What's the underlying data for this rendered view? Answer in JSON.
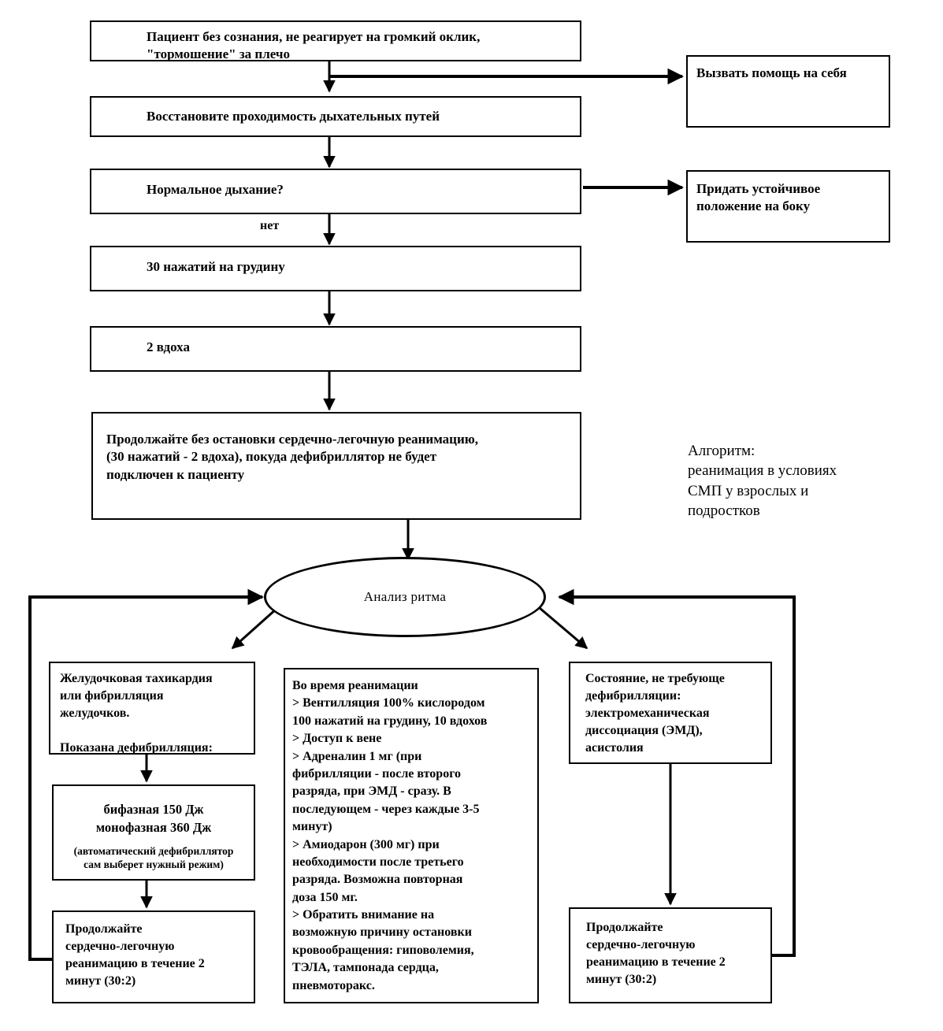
{
  "title_caption": "Алгоритм:\nреанимация в условиях\nСМП у взрослых и\nподростков",
  "edge_labels": {
    "no_branch": "нет"
  },
  "nodes": {
    "unconscious": "Пациент без сознания, не реагирует на громкий оклик,\n\"тормошение\" за плечо",
    "call_help": "Вызвать помощь на себя",
    "airway": "Восстановите проходимость дыхательных путей",
    "normal_breathing": "Нормальное дыхание?",
    "recovery_position": "Придать устойчивое\nположение на боку",
    "compressions": "30 нажатий на грудину",
    "breaths": "2 вдоха",
    "continuous_cpr": "Продолжайте без остановки сердечно-легочную реанимацию,\n(30 нажатий - 2 вдоха), покуда дефибриллятор не будет\nподключен к пациенту",
    "rhythm_analysis": "Анализ ритма",
    "shockable": "Желудочковая тахикардия\n   или фибрилляция\n   желудочков.\n\nПоказана дефибрилляция:",
    "defib_energy_main": "бифазная 150 Дж\nмонофазная 360 Дж",
    "defib_energy_sub": "(автоматический дефибриллятор\nсам выберет нужный режим)",
    "cpr_2min_left": "Продолжайте\nсердечно-легочную\nреанимацию в течение 2\nминут (30:2)",
    "during_resuscitation": "Во время реанимации\n> Вентилляция 100% кислородом\n100 нажатий на грудину, 10 вдохов\n> Доступ к вене\n> Адреналин 1 мг (при\nфибрилляции - после второго\nразряда, при ЭМД - сразу. В\nпоследующем - через каждые 3-5\nминут)\n> Амиодарон (300 мг) при\nнеобходимости после третьего\nразряда. Возможна повторная\nдоза 150 мг.\n> Обратить внимание на\nвозможную причину остановки\nкровообращения: гиповолемия,\nТЭЛА, тампонада сердца,\nпневмоторакс.",
    "non_shockable": "Состояние, не требующе\nдефибрилляции:\nэлектромеханическая\nдиссоциация (ЭМД),\nасистолия",
    "cpr_2min_right": "Продолжайте\nсердечно-легочную\nреанимацию в течение 2\nминут (30:2)"
  },
  "colors": {
    "stroke": "#000000",
    "background": "#ffffff",
    "text": "#000000"
  }
}
